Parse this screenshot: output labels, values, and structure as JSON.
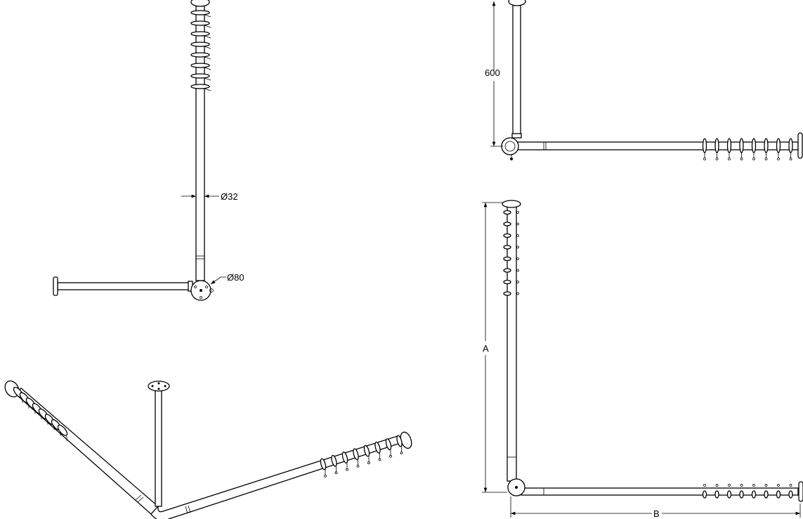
{
  "drawing": {
    "top_left_view": {
      "pipe_diameter_label": "Ø32",
      "flange_diameter_label": "Ø80"
    },
    "top_right_view": {
      "height_label": "600"
    },
    "bottom_right_view": {
      "dimension_a_label": "A",
      "dimension_b_label": "B"
    },
    "line_color": "#000000",
    "background": "#ffffff"
  }
}
